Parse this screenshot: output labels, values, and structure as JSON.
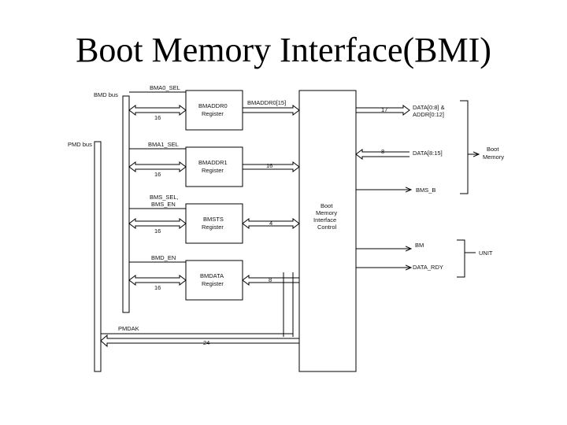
{
  "title": "Boot Memory Interface(BMI)",
  "buses": {
    "bmd": "BMD bus",
    "pmd": "PMD bus"
  },
  "registers": [
    {
      "name": "BMADDR0 Register",
      "line1": "BMADDR0",
      "line2": "Register",
      "ctrl": "BMA0_SEL",
      "width": "16"
    },
    {
      "name": "BMADDR1 Register",
      "line1": "BMADDR1",
      "line2": "Register",
      "ctrl": "BMA1_SEL",
      "width": "16"
    },
    {
      "name": "BMSTS Register",
      "line1": "BMSTS",
      "line2": "Register",
      "ctrl1": "BMS_SEL,",
      "ctrl2": "BMS_EN",
      "width": "16"
    },
    {
      "name": "BMDATA Register",
      "line1": "BMDATA",
      "line2": "Register",
      "ctrl": "BMD_EN",
      "width": "16"
    }
  ],
  "control": {
    "line1": "Boot",
    "line2": "Memory",
    "line3": "Interface",
    "line4": "Control"
  },
  "links": {
    "bmaddr0_out": "BMADDR0[15]",
    "bmaddr1_out": "16",
    "bmsts_out": "4",
    "bmdata_in": "8",
    "pmdak": "PMDAK",
    "pmdak_width": "24"
  },
  "outputs": {
    "data_addr_width": "17",
    "data_addr_1": "DATA[0:8] &",
    "data_addr_2": "ADDR[0:12]",
    "data_hi_width": "8",
    "data_hi": "DATA[8:15]",
    "bms_b": "BMS_B",
    "bm": "BM",
    "data_rdy": "DATA_RDY",
    "unit": "UNIT"
  },
  "boot_memory": {
    "line1": "Boot",
    "line2": "Memory"
  }
}
